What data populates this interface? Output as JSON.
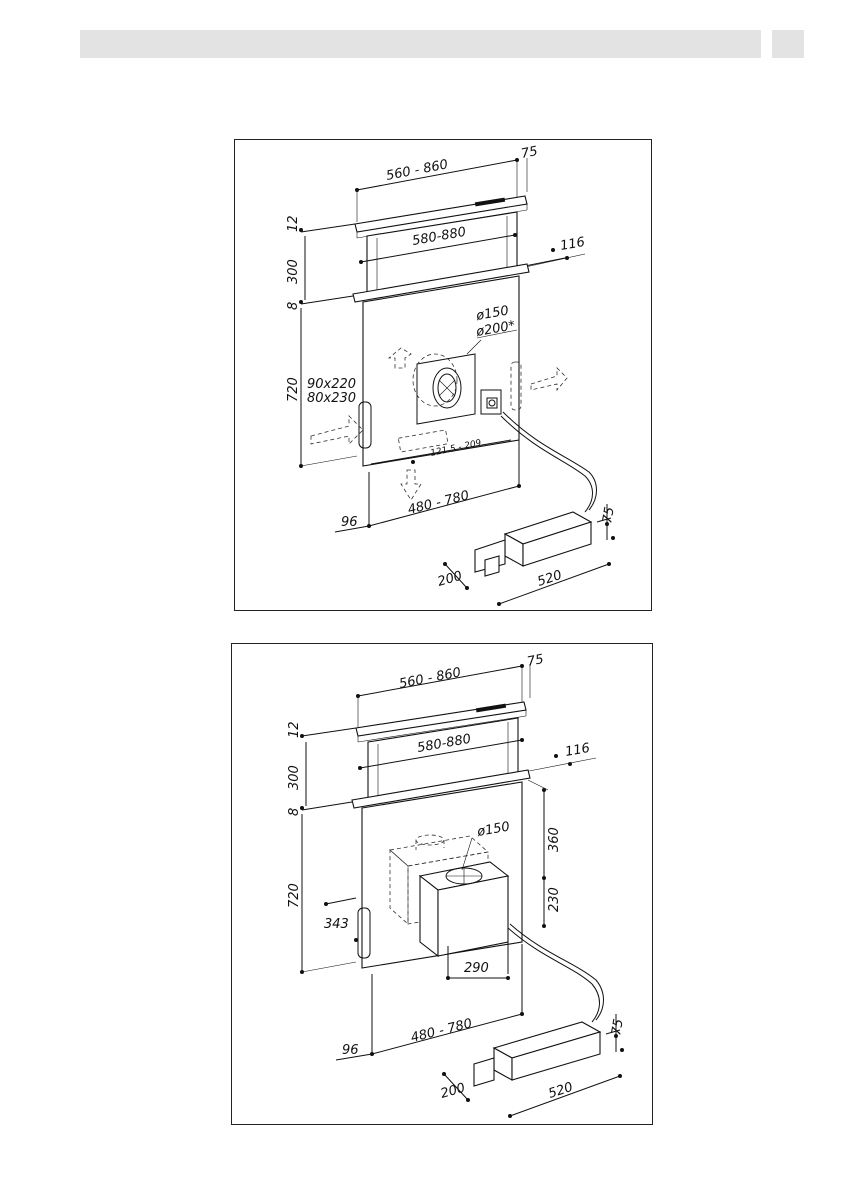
{
  "header": {
    "bar": "",
    "page_tab": ""
  },
  "figure_top": {
    "dims": {
      "width_range": "560 - 860",
      "depth_top": "75",
      "inner_range": "580-880",
      "offset_116": "116",
      "h12": "12",
      "h300": "300",
      "h8": "8",
      "h720": "720",
      "duct_a": "90x220",
      "duct_b": "80x230",
      "dia150": "ø150",
      "dia200": "ø200*",
      "range_121": "121.5 - 209",
      "base_range": "480 - 780",
      "h96": "96",
      "motor_h": "75",
      "motor_w": "200",
      "motor_l": "520"
    }
  },
  "figure_bottom": {
    "dims": {
      "width_range": "560 - 860",
      "depth_top": "75",
      "inner_range": "580-880",
      "offset_116": "116",
      "h12": "12",
      "h300": "300",
      "h8": "8",
      "h720": "720",
      "dia150": "ø150",
      "h360": "360",
      "h230": "230",
      "d343": "343",
      "w290": "290",
      "base_range": "480 - 780",
      "h96": "96",
      "motor_h": "75",
      "motor_w": "200",
      "motor_l": "520"
    }
  }
}
